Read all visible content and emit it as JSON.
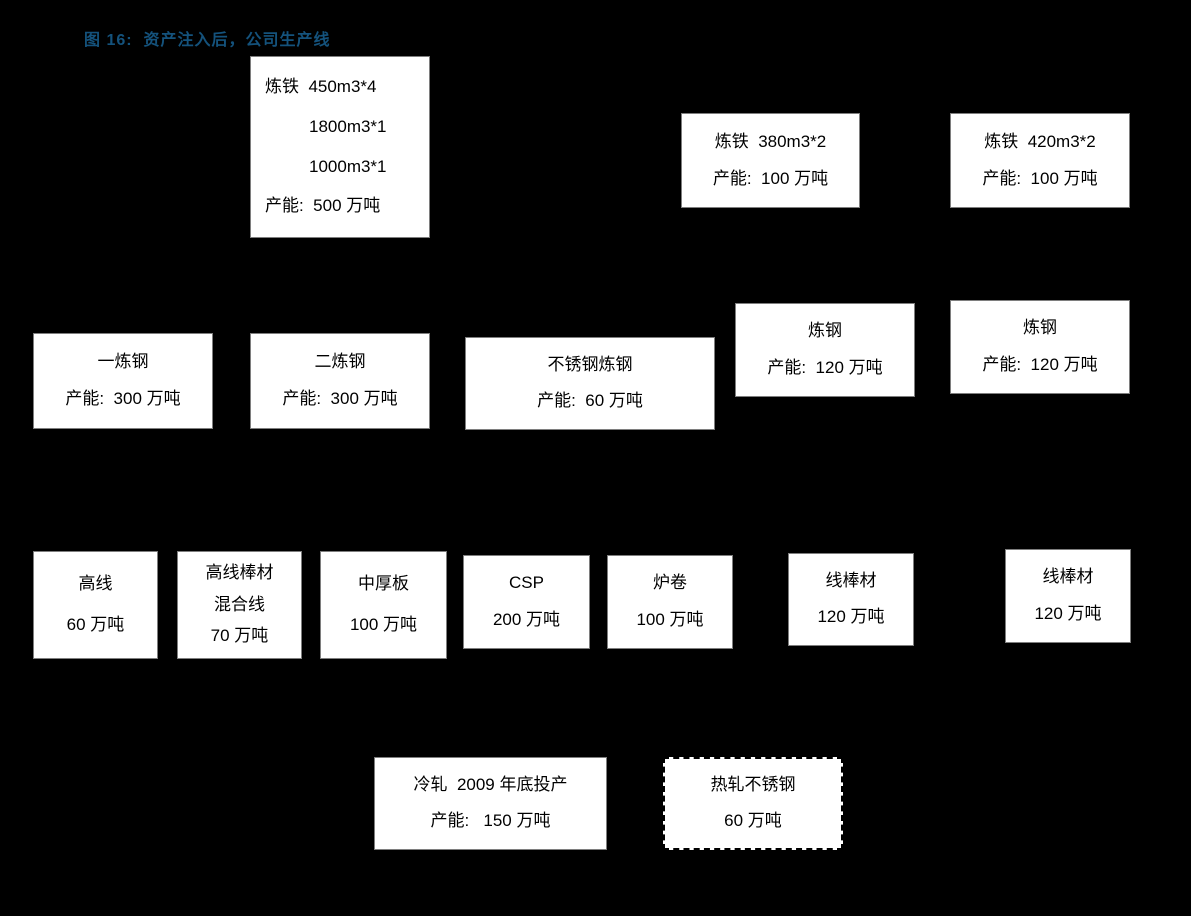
{
  "title": "图 16:  资产注入后，公司生产线",
  "colors": {
    "background": "#000000",
    "box_fill": "#ffffff",
    "box_text": "#000000",
    "title_blue": "#14527C"
  },
  "boxes": {
    "ironmaking_main": {
      "lines": [
        "炼铁  450m3*4",
        "1800m3*1",
        "1000m3*1",
        "产能:  500 万吨"
      ]
    },
    "ironmaking_380": {
      "lines": [
        "炼铁  380m3*2",
        "产能:  100 万吨"
      ]
    },
    "ironmaking_420": {
      "lines": [
        "炼铁  420m3*2",
        "产能:  100 万吨"
      ]
    },
    "steelmaking_no1": {
      "lines": [
        "一炼钢",
        "产能:  300 万吨"
      ]
    },
    "steelmaking_no2": {
      "lines": [
        "二炼钢",
        "产能:  300 万吨"
      ]
    },
    "stainless_steelmaking": {
      "lines": [
        "不锈钢炼钢",
        "产能:  60 万吨"
      ]
    },
    "steelmaking_a": {
      "lines": [
        "炼钢",
        "产能:  120 万吨"
      ]
    },
    "steelmaking_b": {
      "lines": [
        "炼钢",
        "产能:  120 万吨"
      ]
    },
    "high_speed_wire": {
      "lines": [
        "高线",
        "60 万吨"
      ]
    },
    "wire_bar_mixed": {
      "lines": [
        "高线棒材",
        "混合线",
        "70 万吨"
      ]
    },
    "medium_plate": {
      "lines": [
        "中厚板",
        "100 万吨"
      ]
    },
    "csp": {
      "lines": [
        "CSP",
        "200 万吨"
      ]
    },
    "furnace_coil": {
      "lines": [
        "炉卷",
        "100 万吨"
      ]
    },
    "wire_bar_a": {
      "lines": [
        "线棒材",
        "120 万吨"
      ]
    },
    "wire_bar_b": {
      "lines": [
        "线棒材",
        "120 万吨"
      ]
    },
    "cold_rolling": {
      "lines": [
        "冷轧  2009 年底投产",
        "产能:   150 万吨"
      ]
    },
    "hot_rolled_stainless": {
      "lines": [
        "热轧不锈钢",
        "60 万吨"
      ]
    }
  }
}
